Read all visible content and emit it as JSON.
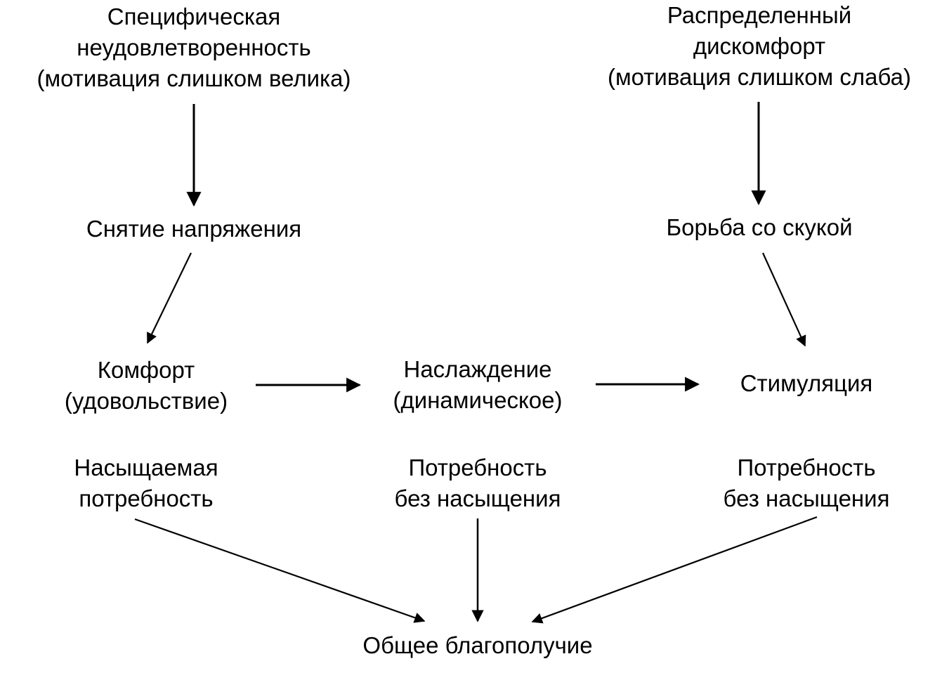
{
  "diagram": {
    "colors": {
      "ink": "#000000",
      "background": "#ffffff"
    },
    "nodes": [
      {
        "id": "specific-dissatisfaction",
        "lines": [
          "Специфическая",
          "неудовлетворенность",
          "(мотивация слишком велика)"
        ]
      },
      {
        "id": "distributed-discomfort",
        "lines": [
          "Распределенный",
          "дискомфорт",
          "(мотивация слишком слаба)"
        ]
      },
      {
        "id": "tension-relief",
        "lines": [
          "Снятие напряжения"
        ]
      },
      {
        "id": "fighting-boredom",
        "lines": [
          "Борьба со скукой"
        ]
      },
      {
        "id": "comfort",
        "lines": [
          "Комфорт",
          "(удовольствие)"
        ]
      },
      {
        "id": "pleasure",
        "lines": [
          "Наслаждение",
          "(динамическое)"
        ]
      },
      {
        "id": "stimulation",
        "lines": [
          "Стимуляция"
        ]
      },
      {
        "id": "satiable-need",
        "lines": [
          "Насыщаемая",
          "потребность"
        ]
      },
      {
        "id": "insatiable-need-1",
        "lines": [
          "Потребность",
          "без насыщения"
        ]
      },
      {
        "id": "insatiable-need-2",
        "lines": [
          "Потребность",
          "без насыщения"
        ]
      },
      {
        "id": "general-wellbeing",
        "lines": [
          "Общее благополучие"
        ]
      }
    ],
    "edges": [
      {
        "from": "specific-dissatisfaction",
        "to": "tension-relief"
      },
      {
        "from": "distributed-discomfort",
        "to": "fighting-boredom"
      },
      {
        "from": "tension-relief",
        "to": "comfort"
      },
      {
        "from": "fighting-boredom",
        "to": "stimulation"
      },
      {
        "from": "comfort",
        "to": "pleasure"
      },
      {
        "from": "pleasure",
        "to": "stimulation"
      },
      {
        "from": "satiable-need",
        "to": "general-wellbeing"
      },
      {
        "from": "insatiable-need-1",
        "to": "general-wellbeing"
      },
      {
        "from": "insatiable-need-2",
        "to": "general-wellbeing"
      }
    ]
  }
}
